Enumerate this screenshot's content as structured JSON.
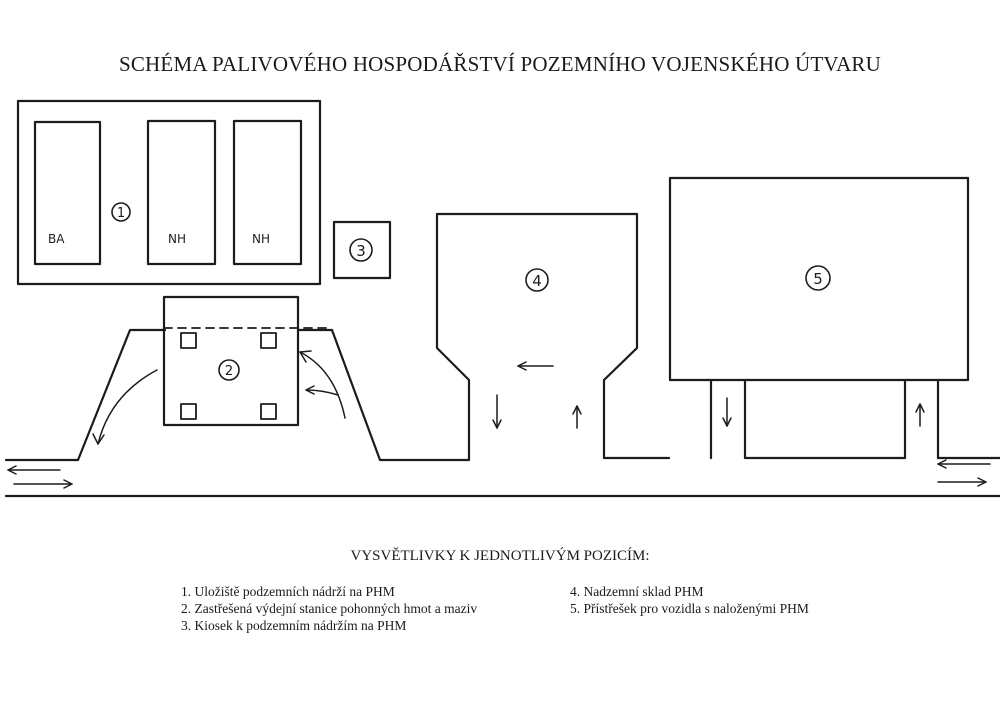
{
  "title": "SCHÉMA PALIVOVÉHO HOSPODÁŘSTVÍ POZEMNÍHO VOJENSKÉHO ÚTVARU",
  "diagram": {
    "tank_labels": [
      "BA",
      "NH",
      "NH"
    ],
    "position_numbers": [
      "1",
      "2",
      "3",
      "4",
      "5"
    ]
  },
  "legend": {
    "heading": "VYSVĚTLIVKY K JEDNOTLIVÝM POZICÍM:",
    "items": [
      "1. Uložiště podzemních nádrží na PHM",
      "2. Zastřešená výdejní stanice pohonných hmot a maziv",
      "3. Kiosek k podzemním nádržím na PHM",
      "4. Nadzemní sklad PHM",
      "5. Přístřešek pro vozidla s naloženými PHM"
    ]
  }
}
